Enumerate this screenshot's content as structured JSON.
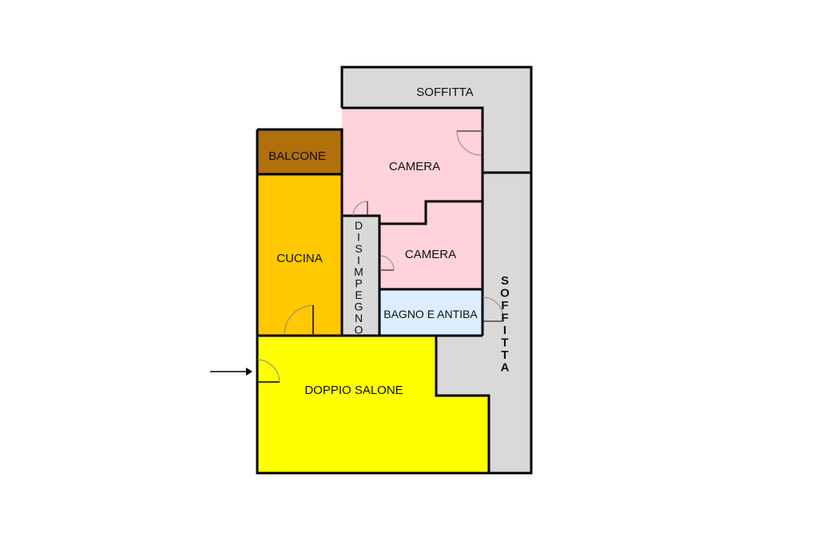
{
  "rooms": {
    "soffitta_top": "SOFFITTA",
    "soffitta_side": [
      "S",
      "O",
      "F",
      "F",
      "I",
      "T",
      "T",
      "A"
    ],
    "balcone": "BALCONE",
    "cucina": "CUCINA",
    "camera_1": "CAMERA",
    "camera_2": "CAMERA",
    "disimpegno": [
      "D",
      "I",
      "S",
      "I",
      "M",
      "P",
      "E",
      "G",
      "N",
      "O"
    ],
    "bagno": "BAGNO E ANTIBA",
    "salone": "DOPPIO SALONE"
  },
  "colors": {
    "soffitta": "#d9d9d9",
    "balcone": "#b0700c",
    "cucina": "#ffc800",
    "camera": "#ffd2dc",
    "bagno": "#dbeeff",
    "salone": "#ffff00"
  }
}
